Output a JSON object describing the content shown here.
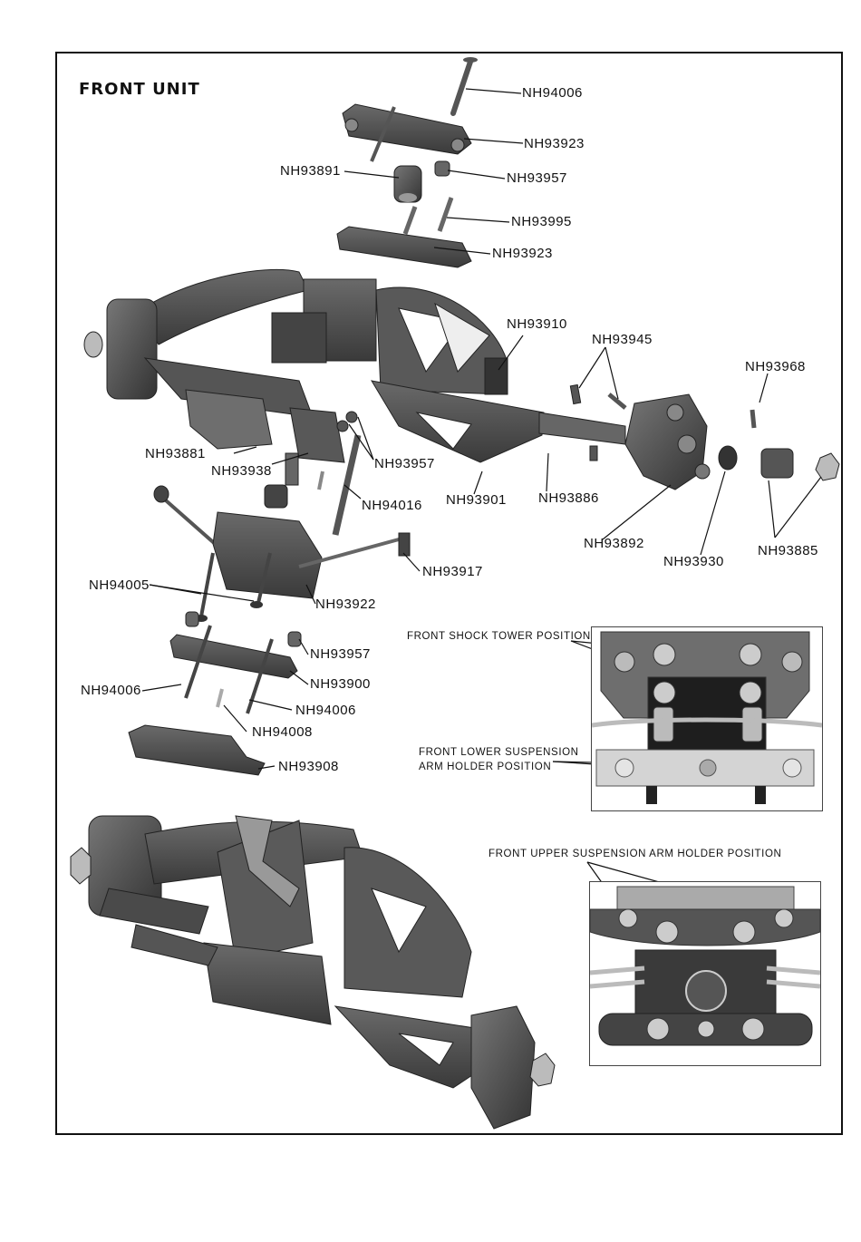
{
  "page": {
    "title": "FRONT UNIT"
  },
  "parts": {
    "nh94006_top": "NH94006",
    "nh93923_upper": "NH93923",
    "nh93891": "NH93891",
    "nh93957_top": "NH93957",
    "nh93995": "NH93995",
    "nh93923_lower": "NH93923",
    "nh93910": "NH93910",
    "nh93945": "NH93945",
    "nh93968": "NH93968",
    "nh93881": "NH93881",
    "nh93938": "NH93938",
    "nh93957_mid": "NH93957",
    "nh94016": "NH94016",
    "nh93901": "NH93901",
    "nh93886": "NH93886",
    "nh93892": "NH93892",
    "nh93930": "NH93930",
    "nh93885": "NH93885",
    "nh93917": "NH93917",
    "nh94005": "NH94005",
    "nh93922": "NH93922",
    "nh93957_low": "NH93957",
    "nh93900": "NH93900",
    "nh94006_left": "NH94006",
    "nh94006_right": "NH94006",
    "nh94008": "NH94008",
    "nh93908": "NH93908"
  },
  "captions": {
    "shock_tower": "FRONT SHOCK TOWER POSITION",
    "lower_arm_line1": "FRONT LOWER SUSPENSION",
    "lower_arm_line2": "ARM HOLDER POSITION",
    "upper_arm": "FRONT UPPER SUSPENSION ARM HOLDER POSITION"
  }
}
